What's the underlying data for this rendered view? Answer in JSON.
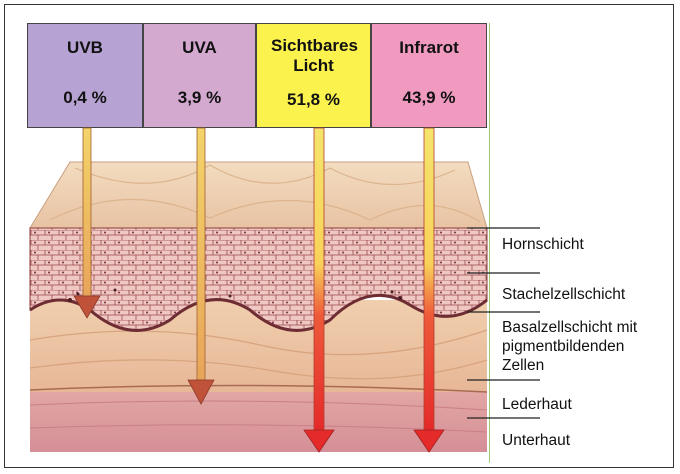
{
  "radiation": [
    {
      "name": "UVB",
      "percent": "0,4 %",
      "color": "#b6a3d3"
    },
    {
      "name": "UVA",
      "percent": "3,9 %",
      "color": "#d3a9d0"
    },
    {
      "name": "Sichtbares Licht",
      "percent": "51,8 %",
      "color": "#fbf24e"
    },
    {
      "name": "Infrarot",
      "percent": "43,9 %",
      "color": "#f09ac0"
    }
  ],
  "layers": [
    {
      "label": "Hornschicht"
    },
    {
      "label": "Stachelzellschicht"
    },
    {
      "label": "Basalzellschicht mit\npigmentbildenden\nZellen"
    },
    {
      "label": "Lederhaut"
    },
    {
      "label": "Unterhaut"
    }
  ]
}
